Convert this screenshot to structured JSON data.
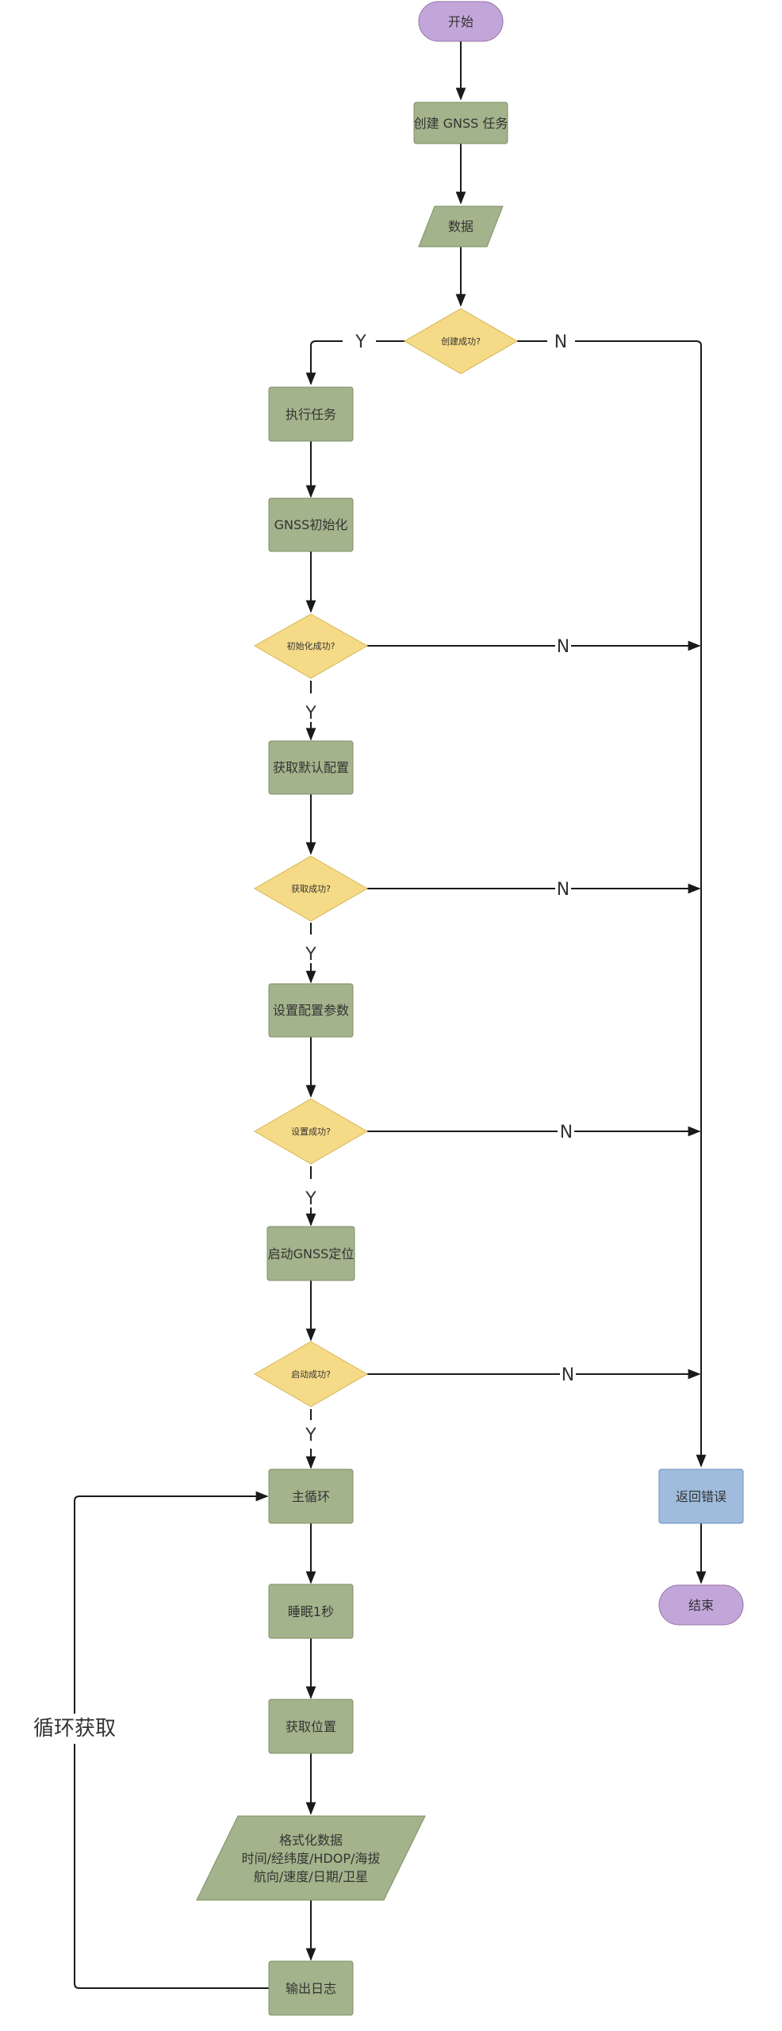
{
  "nodes": {
    "start": "开始",
    "create_task": "创建 GNSS 任务",
    "data": "数据",
    "create_ok": "创建成功?",
    "exec_task": "执行任务",
    "gnss_init": "GNSS初始化",
    "init_ok": "初始化成功?",
    "get_default": "获取默认配置",
    "get_ok": "获取成功?",
    "set_params": "设置配置参数",
    "set_ok": "设置成功?",
    "start_gnss": "启动GNSS定位",
    "start_ok": "启动成功?",
    "main_loop": "主循环",
    "sleep": "睡眠1秒",
    "get_pos": "获取位置",
    "format_line1": "格式化数据",
    "format_line2": "时间/经纬度/HDOP/海拔",
    "format_line3": "航向/速度/日期/卫星",
    "output_log": "输出日志",
    "return_error": "返回错误",
    "end": "结束"
  },
  "labels": {
    "yes": "Y",
    "no": "N",
    "loop": "循环获取"
  },
  "colors": {
    "terminal": "#C3A6D9",
    "process": "#A3B38B",
    "decision": "#F5DA87",
    "error": "#9FBCDD"
  }
}
